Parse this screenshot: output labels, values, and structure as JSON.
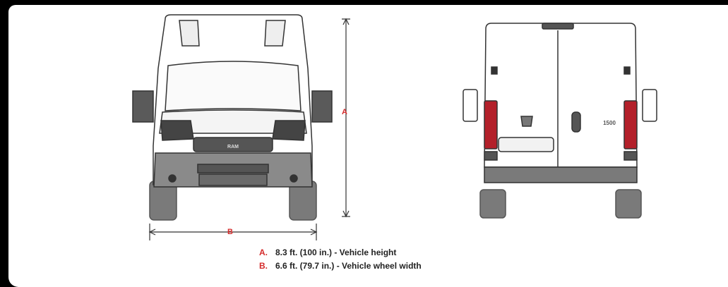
{
  "dimensions": {
    "height": {
      "key": "A",
      "label": "A.",
      "text": "8.3 ft. (100 in.) - Vehicle height"
    },
    "width": {
      "key": "B",
      "label": "B.",
      "text": "6.6 ft. (79.7 in.) - Vehicle wheel width"
    }
  },
  "colors": {
    "accent": "#d42b2b",
    "outline": "#333333",
    "tire": "#7a7a7a",
    "taillight": "#b3202a"
  },
  "front_view": {
    "grille_badge": "RAM"
  },
  "rear_view": {
    "model_badge": "1500"
  }
}
